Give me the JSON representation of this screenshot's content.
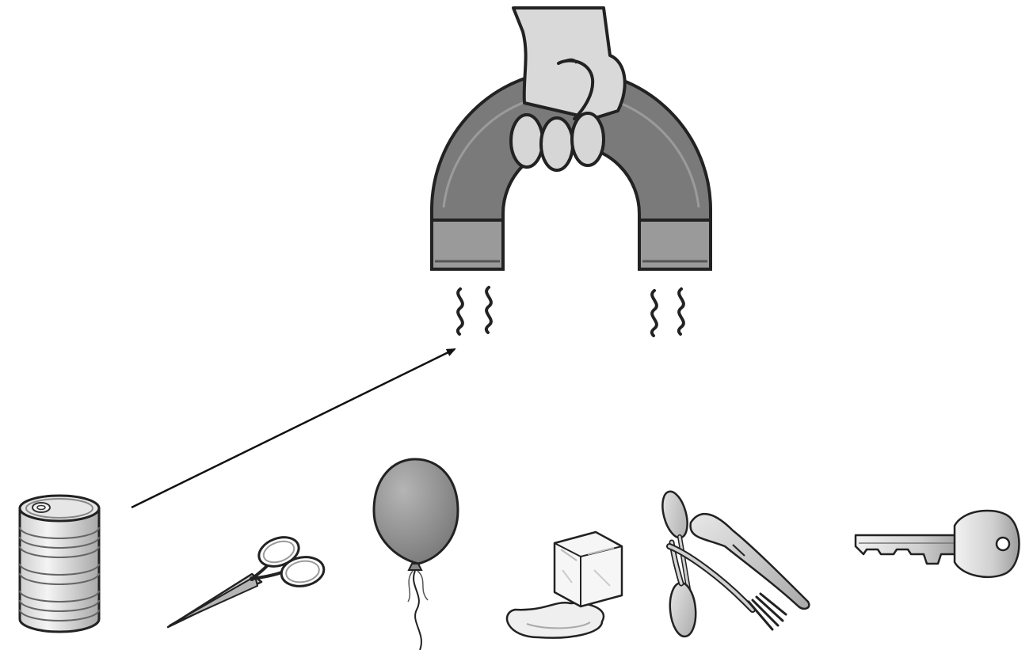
{
  "diagram": {
    "magnet": {
      "fill_color": "#7a7a7a",
      "pole_color": "#9a9a9a",
      "outline_color": "#222222"
    },
    "hand": {
      "fill_color": "#d6d6d6"
    },
    "arrow": {
      "from": "can",
      "to": "magnet-left-pole",
      "color": "#111111"
    },
    "objects": [
      {
        "id": "can",
        "icon": "can-icon"
      },
      {
        "id": "scissors",
        "icon": "scissors-icon"
      },
      {
        "id": "balloon",
        "icon": "balloon-icon",
        "fill_color": "#8a8a8a"
      },
      {
        "id": "ice-cube",
        "icon": "ice-cube-icon"
      },
      {
        "id": "cutlery",
        "icon": "cutlery-icon"
      },
      {
        "id": "key",
        "icon": "key-icon"
      }
    ]
  }
}
